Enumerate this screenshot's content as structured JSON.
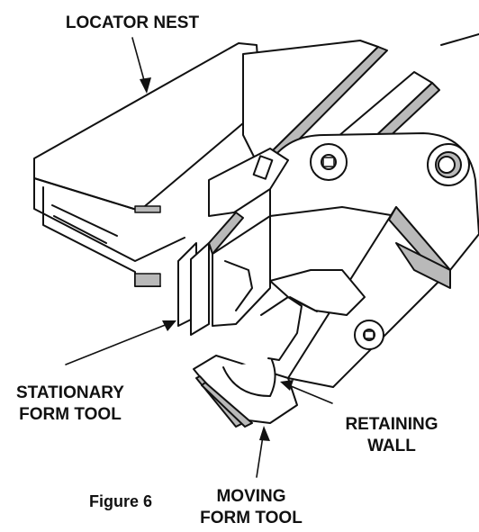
{
  "labels": {
    "locator_nest": "LOCATOR NEST",
    "stationary_form_tool_line1": "STATIONARY",
    "stationary_form_tool_line2": "FORM TOOL",
    "retaining_wall_line1": "RETAINING",
    "retaining_wall_line2": "WALL",
    "moving_form_tool_line1": "MOVING",
    "moving_form_tool_line2": "FORM TOOL"
  },
  "caption": "Figure 6",
  "colors": {
    "ink": "#111111",
    "tool_gray": "#b9b9b9",
    "background": "#ffffff"
  }
}
